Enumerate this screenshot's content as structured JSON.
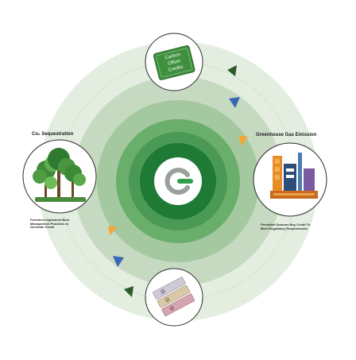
{
  "colors": {
    "outer_ring": "#dfeadc",
    "ring_mid": "#c2d6bd",
    "ring_inner": "#93bd8f",
    "core_outer": "#5aa45f",
    "core_dark": "#1f7a35",
    "logo_bg": "#ffffff",
    "logo_accent": "#2f9e4a",
    "arrow_green": "#2a5a2a",
    "arrow_blue": "#3a67b5",
    "arrow_orange": "#f0a83a"
  },
  "nodes": {
    "top": {
      "card_lines": [
        "Carbon",
        "Offset",
        "Credits"
      ]
    },
    "left": {
      "title": "Co₂ Sequestration",
      "note_lines": [
        "Foresters Implement Best",
        "Management Practices to",
        "Generate Credit"
      ]
    },
    "right": {
      "title": "Greenhouse Gas Emission",
      "note_lines": [
        "Permitted Sources Buy Credit To",
        "Meet Regulatory Requirements"
      ]
    },
    "bottom": {
      "icon": "currency-notes-icon"
    }
  },
  "center": {
    "icon": "brand-logo-icon"
  }
}
